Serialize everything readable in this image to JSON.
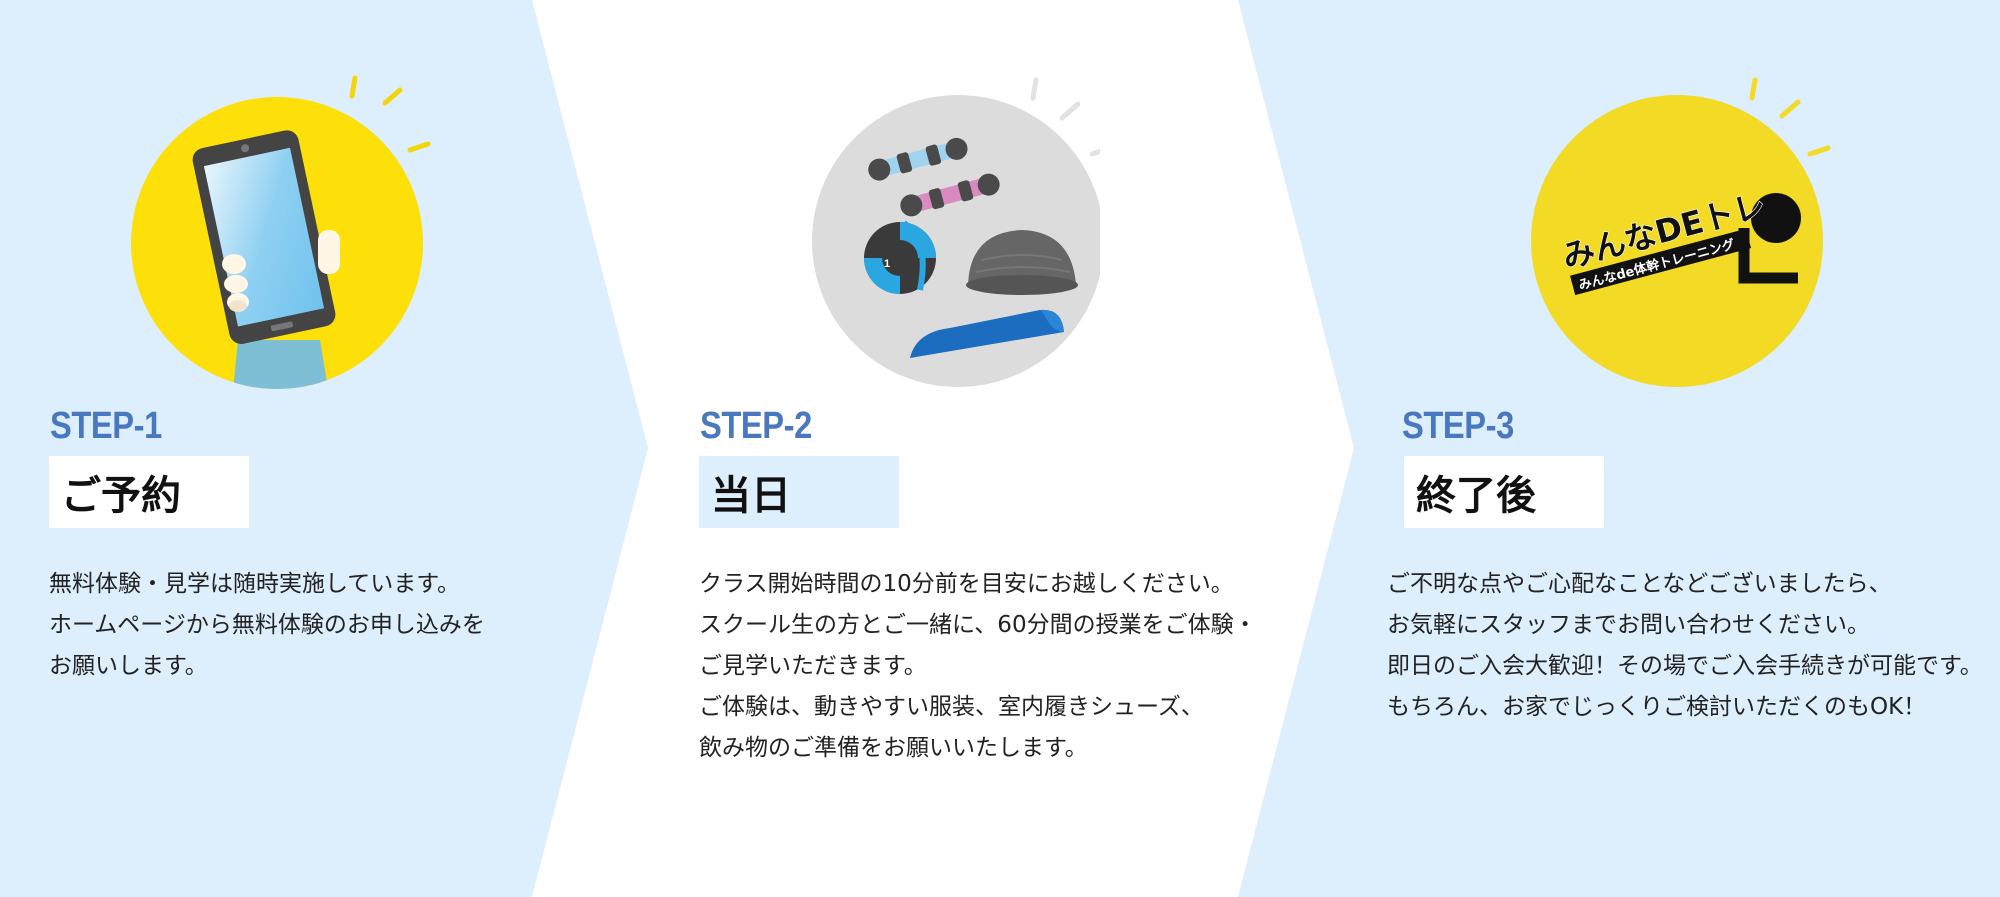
{
  "colors": {
    "panel_bg": "#ddeefd",
    "step_label": "#4a78bf",
    "yellow": "#fcde10",
    "grey_circle": "#dcdcdc"
  },
  "steps": [
    {
      "label": "STEP-1",
      "title": "ご予約",
      "icon": "smartphone-in-hand-icon",
      "lines": [
        "無料体験・見学は随時実施しています。",
        "ホームページから無料体験のお申し込みを",
        "お願いします。"
      ]
    },
    {
      "label": "STEP-2",
      "title": "当日",
      "icon": "training-equipment-icon",
      "lines": [
        "クラス開始時間の10分前を目安にお越しください。",
        "スクール生の方とご一緒に、60分間の授業をご体験・",
        "ご見学いただきます。",
        "ご体験は、動きやすい服装、室内履きシューズ、",
        "飲み物のご準備をお願いいたします。"
      ]
    },
    {
      "label": "STEP-3",
      "title": "終了後",
      "icon": "minna-de-tore-logo-icon",
      "logo_main": "みんなDEトレ",
      "logo_sub": "みんなde体幹トレーニング",
      "lines": [
        "ご不明な点やご心配なことなどございましたら、",
        "お気軽にスタッフまでお問い合わせください。",
        "即日のご入会大歓迎！その場でご入会手続きが可能です。",
        "もちろん、お家でじっくりご検討いただくのもOK！"
      ]
    }
  ]
}
